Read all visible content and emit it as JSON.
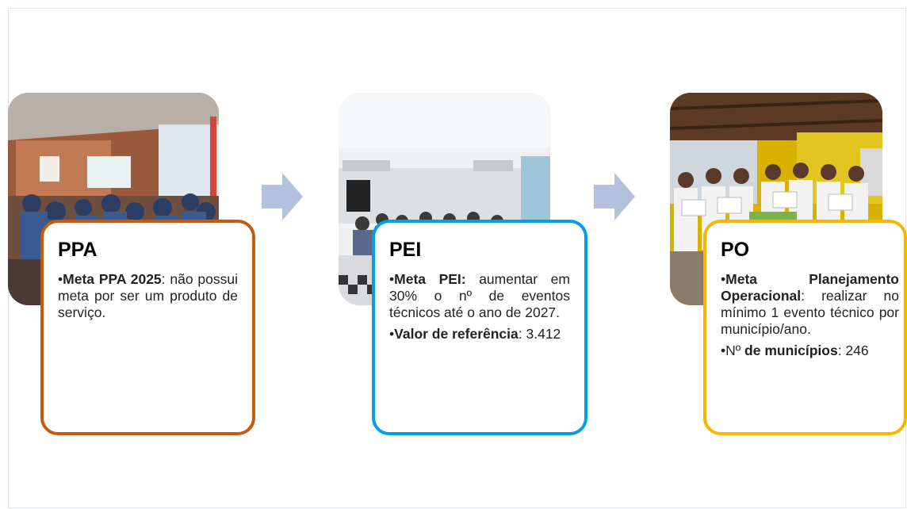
{
  "columns": [
    {
      "id": "ppa",
      "title": "PPA",
      "border_color": "#c55a11",
      "bullets": [
        {
          "bold": "Meta PPA 2025",
          "rest": ": não possui meta por ser um produto de serviço."
        }
      ]
    },
    {
      "id": "pei",
      "title": "PEI",
      "border_color": "#00a0e3",
      "bullets": [
        {
          "bold": "Meta PEI:",
          "rest": " aumentar em 30% o nº de eventos técnicos até o ano de 2027."
        },
        {
          "bold": "Valor de referência",
          "rest": ": 3.412"
        }
      ]
    },
    {
      "id": "po",
      "title": "PO",
      "border_color": "#f5b800",
      "bullets": [
        {
          "bold": "Meta Planejamento Operacional",
          "rest": ": realizar no mínimo 1 evento técnico por município/ano."
        },
        {
          "prefix": "Nº ",
          "bold": "de municípios",
          "rest": ": 246"
        }
      ]
    }
  ],
  "arrow_color": "#b4c1dd",
  "bullet_char": "•"
}
